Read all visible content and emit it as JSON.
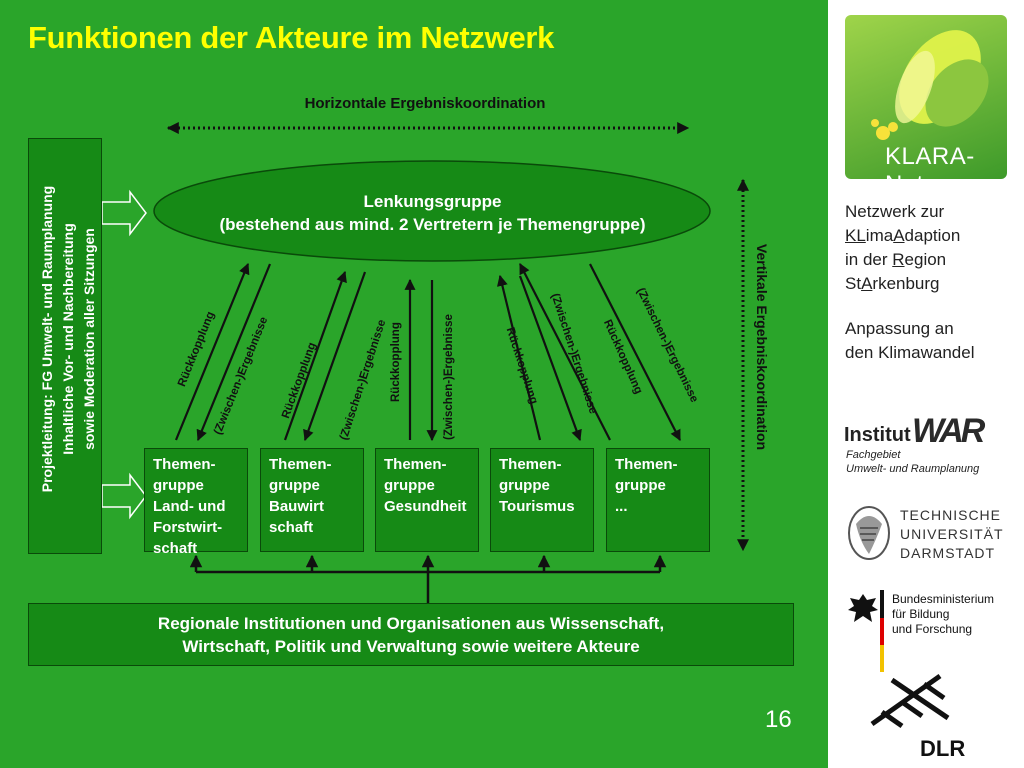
{
  "title": "Funktionen der Akteure im Netzwerk",
  "horizontal_coordination": "Horizontale Ergebniskoordination",
  "vertical_coordination": "Vertikale Ergebniskoordination",
  "left_box": {
    "line1": "Projektleitung: FG Umwelt- und Raumplanung",
    "line2": "Inhaltliche Vor- und Nachbereitung",
    "line3": "sowie Moderation aller Sitzungen"
  },
  "steering_group": {
    "line1": "Lenkungsgruppe",
    "line2": "(bestehend aus mind. 2 Vertretern je Themengruppe)"
  },
  "arrow_labels": {
    "feedback": "Rückkopplung",
    "results": "(Zwischen-)Ergebnisse"
  },
  "theme_groups": [
    "Themen-\ngruppe\nLand- und\nForstwirt-\nschaft",
    "Themen-\ngruppe\nBauwirt\nschaft",
    "Themen-\ngruppe\nGesundheit",
    "Themen-\ngruppe\nTourismus",
    "Themen-\ngruppe\n..."
  ],
  "bottom_box": {
    "line1": "Regionale Institutionen und Organisationen aus Wissenschaft,",
    "line2": "Wirtschaft, Politik und Verwaltung sowie weitere Akteure"
  },
  "page_number": "16",
  "sidebar": {
    "klara_logo_text": "KLARA-Net",
    "network": {
      "p1": "Netzwerk zur",
      "kl": "KL",
      "ima": "ima",
      "a": "A",
      "daption": "daption",
      "in_der": "in der ",
      "r": "R",
      "egion": "egion",
      "st": "St",
      "a2": "A",
      "rkenburg": "rkenburg"
    },
    "adaptation": {
      "line1": "Anpassung an",
      "line2": "den Klimawandel"
    },
    "institut": {
      "word": "Institut",
      "mark": "WAR",
      "sub1": "Fachgebiet",
      "sub2": "Umwelt- und Raumplanung"
    },
    "tu": {
      "line1": "TECHNISCHE",
      "line2": "UNIVERSITÄT",
      "line3": "DARMSTADT"
    },
    "bmbf": {
      "line1": "Bundesministerium",
      "line2": "für Bildung",
      "line3": "und Forschung"
    },
    "dlr": "DLR"
  },
  "colors": {
    "background": "#2aa52a",
    "box": "#168a16",
    "title": "#ffff00"
  }
}
